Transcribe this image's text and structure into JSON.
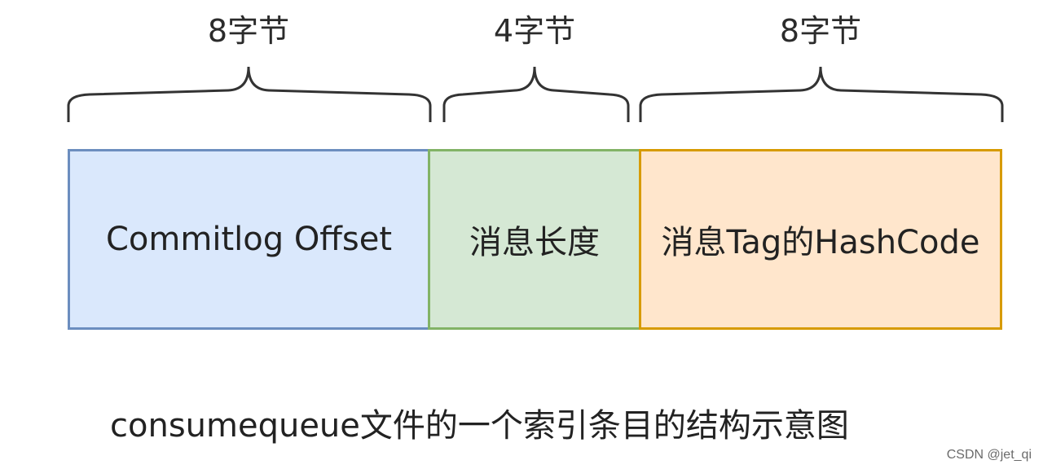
{
  "braces": [
    {
      "label": "8字节"
    },
    {
      "label": "4字节"
    },
    {
      "label": "8字节"
    }
  ],
  "fields": [
    {
      "label": "Commitlog Offset",
      "fill": "#dae8fc",
      "stroke": "#6c8ebf"
    },
    {
      "label": "消息长度",
      "fill": "#d5e8d4",
      "stroke": "#82b366"
    },
    {
      "label": "消息Tag的HashCode",
      "fill": "#ffe6cc",
      "stroke": "#d79b00"
    }
  ],
  "caption": "consumequeue文件的一个索引条目的结构示意图",
  "watermark": "CSDN @jet_qi"
}
